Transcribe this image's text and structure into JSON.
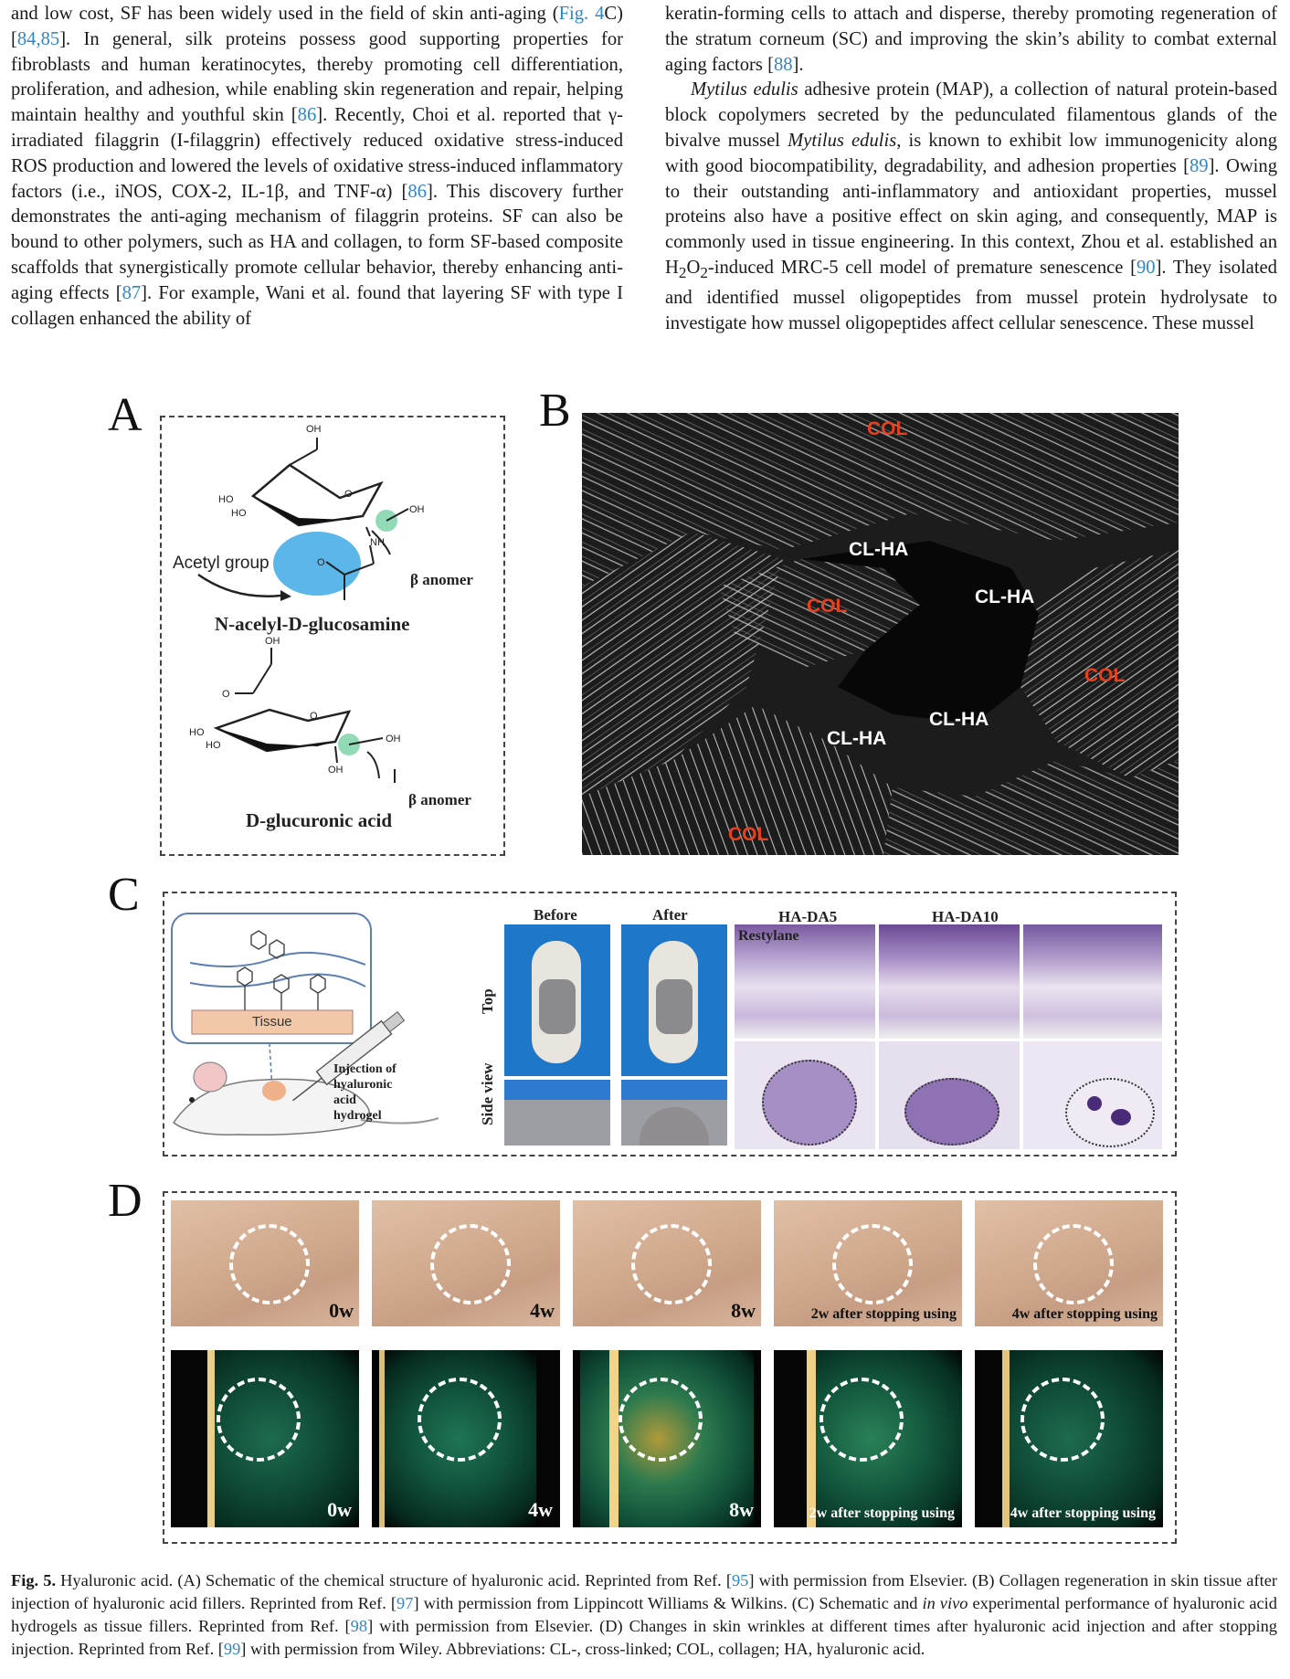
{
  "left_column": {
    "lines": [
      [
        "and low cost, SF has been widely used in the field of skin anti-aging (",
        {
          "ref": "Fig. 4"
        },
        "C) [",
        {
          "ref": "84,85"
        },
        "]. In general, silk proteins possess good supporting properties for fibroblasts and human keratinocytes, thereby promoting cell differentiation, proliferation, and adhesion, while enabling skin regeneration and repair, helping maintain healthy and youthful skin [",
        {
          "ref": "86"
        },
        "]. Recently, Choi et al. reported that γ-irradiated filaggrin (I-filaggrin) effectively reduced oxidative stress-induced ROS production and lowered the levels of oxidative stress-induced inflammatory factors (i.e., iNOS, COX-2, IL-1β, and TNF-α) [",
        {
          "ref": "86"
        },
        "]. This discovery further demonstrates the anti-aging mechanism of filaggrin proteins. SF can also be bound to other polymers, such as HA and collagen, to form SF-based composite scaffolds that synergistically promote cellular behavior, thereby enhancing anti-aging effects [",
        {
          "ref": "87"
        },
        "]. For example, Wani et al. found that layering SF with type I collagen enhanced the ability of"
      ]
    ]
  },
  "right_column": {
    "para1": [
      "keratin-forming cells to attach and disperse, thereby promoting regeneration of the stratum corneum (SC) and improving the skin’s ability to combat external aging factors [",
      {
        "ref": "88"
      },
      "]."
    ],
    "para2": [
      {
        "i": "Mytilus edulis"
      },
      " adhesive protein (MAP), a collection of natural protein-based block copolymers secreted by the pedunculated filamentous glands of the bivalve mussel ",
      {
        "i": "Mytilus edulis"
      },
      ", is known to exhibit low immunogenicity along with good biocompatibility, degradability, and adhesion properties [",
      {
        "ref": "89"
      },
      "]. Owing to their outstanding anti-inflammatory and antioxidant properties, mussel proteins also have a positive effect on skin aging, and consequently, MAP is commonly used in tissue engineering. In this context, Zhou et al. established an H",
      {
        "sub": "2"
      },
      "O",
      {
        "sub": "2"
      },
      "-induced MRC-5 cell model of premature senescence [",
      {
        "ref": "90"
      },
      "]. They isolated and identified mussel oligopeptides from mussel protein hydrolysate to investigate how mussel oligopeptides affect cellular senescence. These mussel"
    ]
  },
  "figure": {
    "panel_letters": {
      "a": "A",
      "b": "B",
      "c": "C",
      "d": "D"
    },
    "panel_a": {
      "acetyl_group": "Acetyl group",
      "beta_anomer": "β anomer",
      "compound1": "N-acelyl-D-glucosamine",
      "compound2": "D-glucuronic acid",
      "oh": "OH",
      "ho": "HO",
      "nh": "NH",
      "o": "O"
    },
    "panel_b": {
      "col": "COL",
      "clha": "CL-HA"
    },
    "panel_c": {
      "tissue": "Tissue",
      "injection": [
        "Injection of",
        "hyaluronic",
        "acid",
        "hydrogel"
      ],
      "before": "Before",
      "after": "After",
      "top": "Top",
      "side_view": "Side view",
      "view": "view",
      "hada5": "HA-DA5",
      "hada10": "HA-DA10",
      "restylane": "Restylane"
    },
    "panel_d": {
      "labels": [
        "0w",
        "4w",
        "8w",
        "2w after stopping using",
        "4w after stopping using"
      ],
      "labels_bottom": [
        "0w",
        "4w",
        "8w",
        "2w after stopping using",
        "4w after stopping using"
      ]
    }
  },
  "caption": {
    "label": "Fig. 5.",
    "parts": [
      " Hyaluronic acid. (A) Schematic of the chemical structure of hyaluronic acid. Reprinted from Ref. [",
      {
        "ref": "95"
      },
      "] with permission from Elsevier. (B) Collagen regeneration in skin tissue after injection of hyaluronic acid fillers. Reprinted from Ref. [",
      {
        "ref": "97"
      },
      "] with permission from Lippincott Williams & Wilkins. (C) Schematic and ",
      {
        "i": "in vivo"
      },
      " experimental performance of hyaluronic acid hydrogels as tissue fillers. Reprinted from Ref. [",
      {
        "ref": "98"
      },
      "] with permission from Elsevier. (D) Changes in skin wrinkles at different times after hyaluronic acid injection and after stopping injection. Reprinted from Ref. [",
      {
        "ref": "99"
      },
      "] with permission from Wiley. Abbreviations: CL-, cross-linked; COL, collagen; HA, hyaluronic acid."
    ]
  },
  "colors": {
    "link": "#2f86c8",
    "col_label": "#e8401e",
    "hl_green": "#7fd3a8",
    "hl_blue": "#5bb7ea"
  }
}
